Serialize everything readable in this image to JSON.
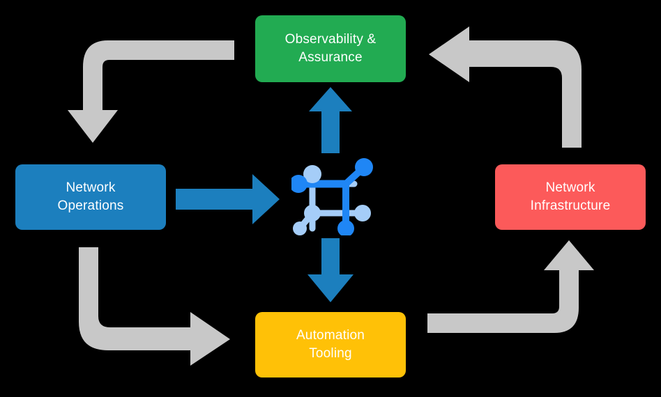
{
  "diagram": {
    "title": "Network operations lifecycle cycle diagram",
    "background_color": "#000000",
    "nodes": [
      {
        "id": "observability",
        "label": "Observability & Assurance",
        "line1": "Observability &",
        "line2": "Assurance",
        "color": "#22AB52",
        "text_color": "#FFFFFF",
        "position": "top"
      },
      {
        "id": "network-operations",
        "label": "Network Operations",
        "line1": "Network",
        "line2": "Operations",
        "color": "#1C7FBE",
        "text_color": "#FFFFFF",
        "position": "left"
      },
      {
        "id": "network-infrastructure",
        "label": "Network Infrastructure",
        "line1": "Network",
        "line2": "Infrastructure",
        "color": "#FC5A5A",
        "text_color": "#FFFFFF",
        "position": "right"
      },
      {
        "id": "automation-tooling",
        "label": "Automation Tooling",
        "line1": "Automation",
        "line2": "Tooling",
        "color": "#FFC107",
        "text_color": "#FFFFFF",
        "position": "bottom"
      }
    ],
    "center_icon": {
      "name": "network-topology-icon",
      "color_primary": "#1F86F5",
      "color_secondary": "#A5CDF8"
    },
    "connectors": {
      "gray_color": "#C8C8C8",
      "blue_color": "#1C7FBE",
      "gray_arrows": [
        {
          "id": "observability-to-network-operations",
          "from": "observability",
          "to": "network-operations",
          "direction": "down"
        },
        {
          "id": "network-infrastructure-to-observability",
          "from": "network-infrastructure",
          "to": "observability",
          "direction": "left"
        },
        {
          "id": "network-operations-to-automation-tooling",
          "from": "network-operations",
          "to": "automation-tooling",
          "direction": "right"
        },
        {
          "id": "automation-tooling-to-network-infrastructure",
          "from": "automation-tooling",
          "to": "network-infrastructure",
          "direction": "up"
        }
      ],
      "blue_arrows": [
        {
          "id": "network-operations-to-center",
          "from": "network-operations",
          "to": "center-icon",
          "direction": "right"
        },
        {
          "id": "center-to-observability",
          "from": "center-icon",
          "to": "observability",
          "direction": "up"
        },
        {
          "id": "center-to-automation-tooling",
          "from": "center-icon",
          "to": "automation-tooling",
          "direction": "down"
        }
      ]
    }
  }
}
